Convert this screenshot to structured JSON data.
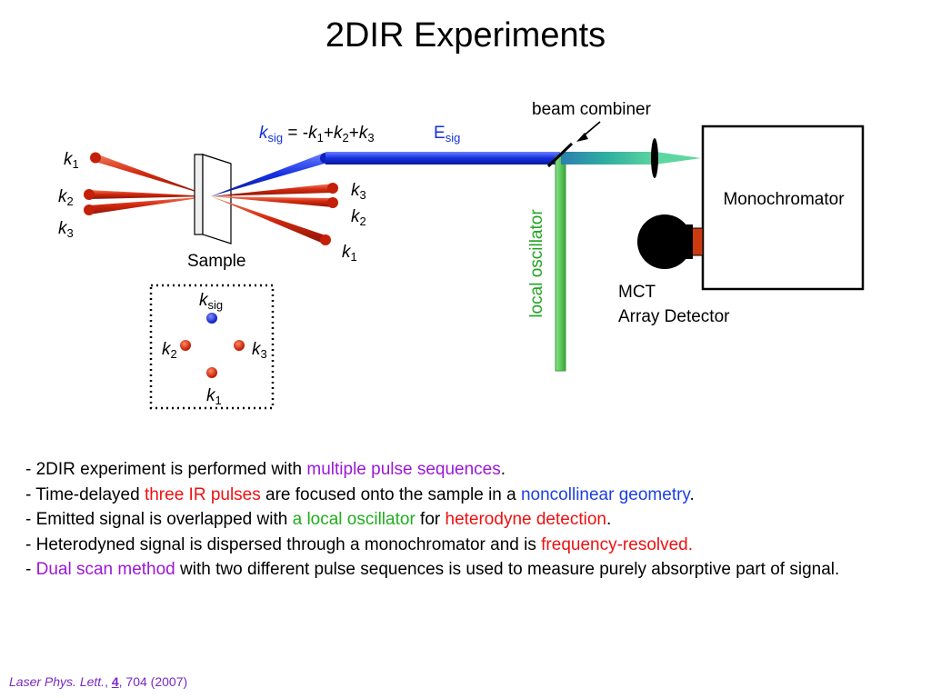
{
  "title": "2DIR Experiments",
  "diagram": {
    "sample_label": "Sample",
    "beam_combiner_label": "beam combiner",
    "local_oscillator_label": "local oscillator",
    "monochromator_label": "Monochromator",
    "detector_label_line1": "MCT",
    "detector_label_line2": "Array Detector",
    "k_symbol": "k",
    "sig_sub": "sig",
    "k_sig_equation": {
      "eq_sign": "=",
      "term1_prefix": "-",
      "plus": "+"
    },
    "e_sig": {
      "letter": "E",
      "sub": "sig"
    },
    "subscripts": {
      "one": "1",
      "two": "2",
      "three": "3"
    },
    "colors": {
      "pump_beams": "#dd2a10",
      "signal_beam": "#1530e0",
      "local_oscillator": "#5ec95e",
      "label_green": "#23a423"
    }
  },
  "bullets": [
    {
      "p1": "- 2DIR experiment is performed with ",
      "h1": "multiple pulse sequences",
      "p2": "."
    },
    {
      "p1": "- Time-delayed ",
      "h1": "three IR pulses",
      "p2": " are focused onto the sample in a ",
      "h2": "noncollinear geometry",
      "p3": "."
    },
    {
      "p1": "- Emitted signal is overlapped with ",
      "h1": "a local oscillator",
      "p2": " for ",
      "h2": "heterodyne detection",
      "p3": "."
    },
    {
      "p1": "- Heterodyned signal is dispersed through a monochromator and is ",
      "h1": "frequency-resolved."
    },
    {
      "p1": "- ",
      "h1": "Dual scan method",
      "p2": " with two different pulse sequences is used to measure purely absorptive part of signal."
    }
  ],
  "citation": {
    "journal": "Laser Phys. Lett.",
    "sep1": ", ",
    "volume": "4",
    "rest": ", 704 (2007)"
  }
}
